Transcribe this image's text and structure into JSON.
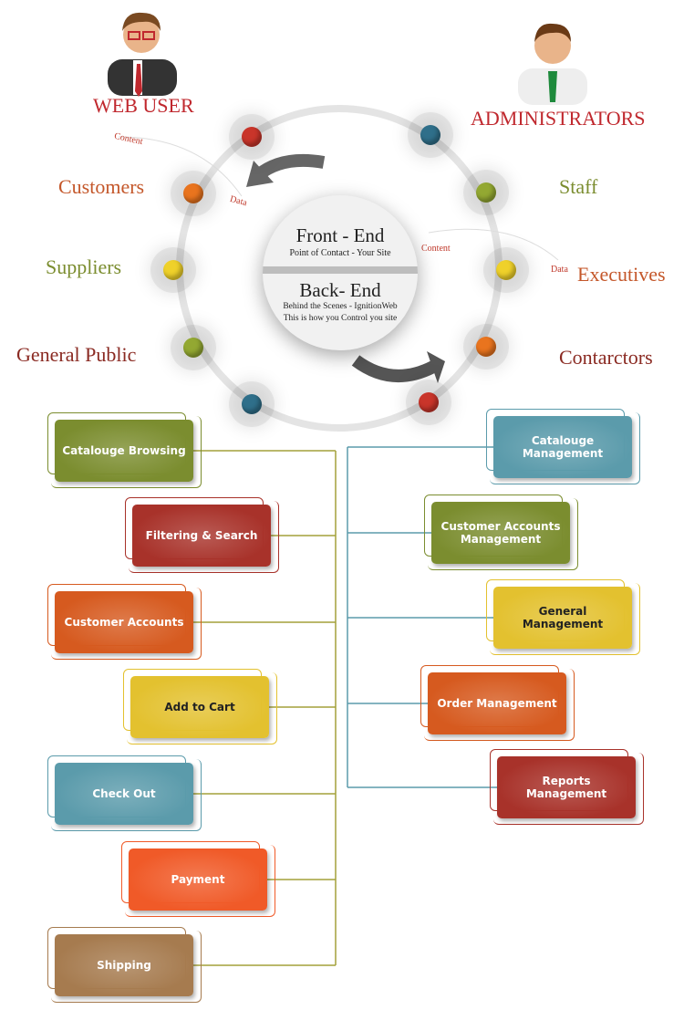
{
  "roles": {
    "web_user": "WEB USER",
    "administrators": "ADMINISTRATORS"
  },
  "left_categories": [
    "Customers",
    "Suppliers",
    "General Public"
  ],
  "right_categories": [
    "Staff",
    "Executives",
    "Contarctors"
  ],
  "annotations": {
    "left_content": "Content",
    "left_data": "Data",
    "right_content": "Content",
    "right_data": "Data"
  },
  "center": {
    "front_title": "Front - End",
    "front_subtitle": "Point of Contact - Your Site",
    "back_title": "Back- End",
    "back_line1": "Behind the Scenes - IgnitionWeb",
    "back_line2": "This is how you Control you site"
  },
  "front_end_features": [
    {
      "label": "Catalouge Browsing",
      "color": "#7b8d2f"
    },
    {
      "label": "Filtering & Search",
      "color": "#a8322a"
    },
    {
      "label": "Customer Accounts",
      "color": "#d65a1f"
    },
    {
      "label": "Add to Cart",
      "color": "#e3c12f"
    },
    {
      "label": "Check Out",
      "color": "#5b9bab"
    },
    {
      "label": "Payment",
      "color": "#f05a28"
    },
    {
      "label": "Shipping",
      "color": "#a67b4f"
    }
  ],
  "back_end_features": [
    {
      "label": "Catalouge Management",
      "color": "#5b9bab"
    },
    {
      "label": "Customer Accounts Management",
      "color": "#7b8d2f"
    },
    {
      "label": "General Management",
      "color": "#e3c12f"
    },
    {
      "label": "Order Management",
      "color": "#d65a1f"
    },
    {
      "label": "Reports Management",
      "color": "#a8322a"
    }
  ],
  "colors": {
    "left_connector": "#a3a13a",
    "right_connector": "#5b9bab",
    "accent_red": "#c0282e"
  }
}
